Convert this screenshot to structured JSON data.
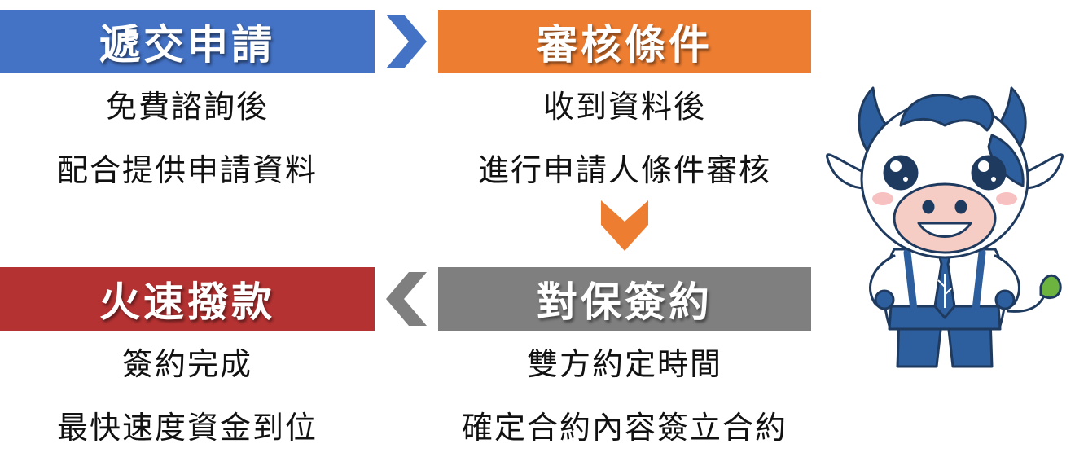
{
  "steps": [
    {
      "title": "遞交申請",
      "lines": [
        "免費諮詢後",
        "配合提供申請資料"
      ],
      "color": "#4472C4"
    },
    {
      "title": "審核條件",
      "lines": [
        "收到資料後",
        "進行申請人條件審核"
      ],
      "color": "#ED7D31"
    },
    {
      "title": "對保簽約",
      "lines": [
        "雙方約定時間",
        "確定合約內容簽立合約"
      ],
      "color": "#7F7F7F"
    },
    {
      "title": "火速撥款",
      "lines": [
        "簽約完成",
        "最快速度資金到位"
      ],
      "color": "#B43232"
    }
  ],
  "arrows": {
    "right_color": "#4472C4",
    "down_color": "#ED7D31",
    "left_color": "#7F7F7F"
  },
  "mascot": {
    "icon": "cow-mascot-icon"
  }
}
